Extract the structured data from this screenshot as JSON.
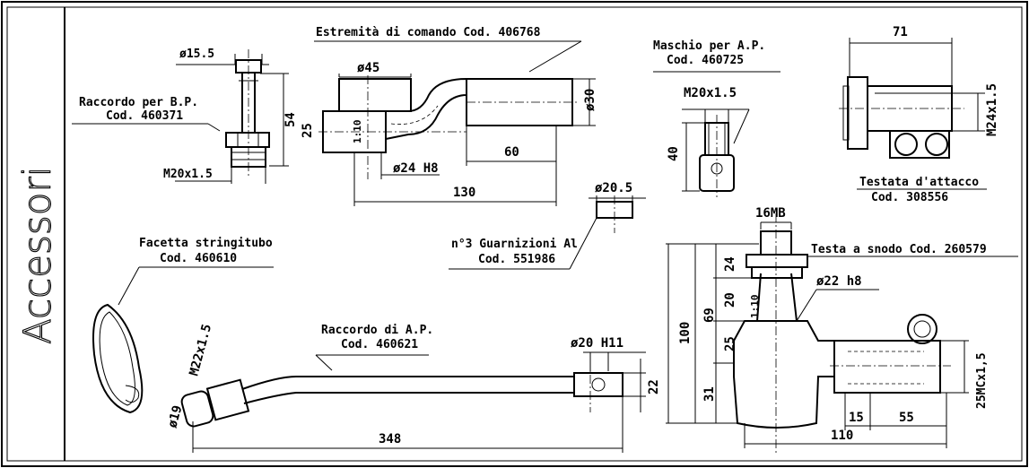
{
  "sidebar": {
    "title": "Accessori"
  },
  "raccordo_bp": {
    "line1": "Raccordo per B.P.",
    "line2": "Cod. 460371",
    "dia_top": "ø15.5",
    "dia_thread": "M20x1.5",
    "len": "54",
    "h": "25"
  },
  "estremita": {
    "title": "Estremità di comando Cod. 406768",
    "dia45": "ø45",
    "dia30": "ø30",
    "dia24": "ø24  H8",
    "taper": "1:10",
    "l60": "60",
    "l130": "130"
  },
  "maschio": {
    "line1": "Maschio per A.P.",
    "line2": "Cod. 460725",
    "thread": "M20x1.5",
    "h40": "40"
  },
  "testata": {
    "line1": "Testata d'attacco",
    "line2": "Cod. 308556",
    "w71": "71",
    "thread": "M24x1.5"
  },
  "guarnizioni": {
    "line1": "n°3 Guarnizioni Al",
    "line2": "Cod. 551986",
    "dia": "ø20.5"
  },
  "facetta": {
    "line1": "Facetta stringitubo",
    "line2": "Cod. 460610"
  },
  "raccordo_ap": {
    "line1": "Raccordo di A.P.",
    "line2": "Cod. 460621",
    "thread": "M22x1.5",
    "dia19": "ø19",
    "dia20": "ø20  H11",
    "h22": "22",
    "l348": "348"
  },
  "testa_snodo": {
    "title": "Testa a snodo Cod. 260579",
    "hex": "16MB",
    "dia22": "ø22  h8",
    "taper": "1:10",
    "d24": "24",
    "d20": "20",
    "d69": "69",
    "d100": "100",
    "d25": "25",
    "d31": "31",
    "thread": "25MCx1,5",
    "d15": "15",
    "d55": "55",
    "d110": "110"
  }
}
